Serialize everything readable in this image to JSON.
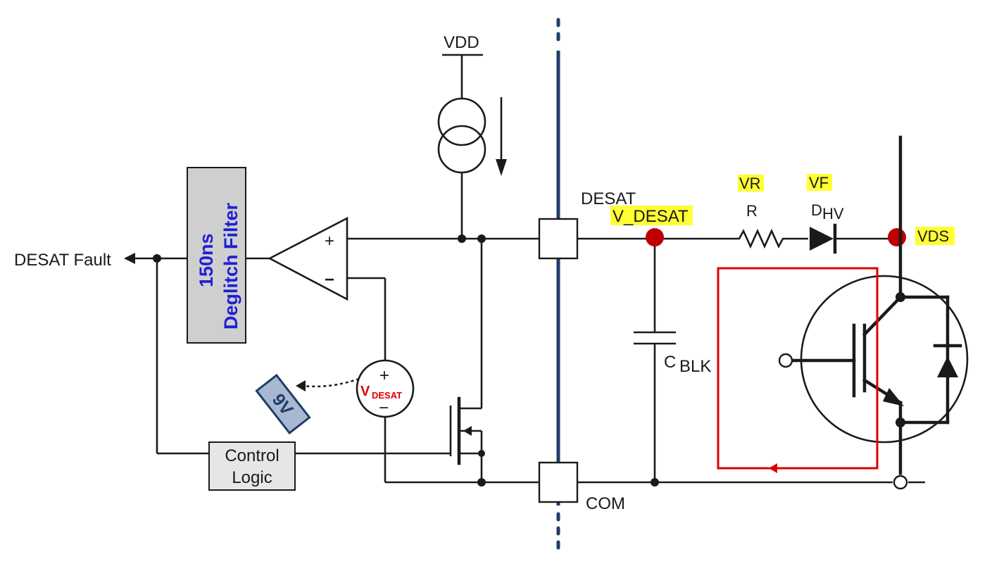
{
  "labels": {
    "vdd": "VDD",
    "desat_pin": "DESAT",
    "com_pin": "COM",
    "v_desat_node": "V_DESAT",
    "vr": "VR",
    "vf": "VF",
    "vds": "VDS",
    "resistor": "R",
    "diode_main": "D",
    "diode_sub": "HV",
    "cap_main": "C",
    "cap_sub": "BLK",
    "desat_fault": "DESAT Fault",
    "filter_line1": "150ns",
    "filter_line2": "Deglitch Filter",
    "control_line1": "Control",
    "control_line2": "Logic",
    "vsrc_main": "V",
    "vsrc_sub": "DESAT",
    "ref_voltage": "9V",
    "plus": "+",
    "minus": "−"
  },
  "colors": {
    "highlight": "#ffff33",
    "node_red": "#c00000",
    "filter_text": "#1f1fd6",
    "filter_fill": "#cfcfcf",
    "isolation_barrier": "#1f3d6b",
    "loop_box": "#e00000",
    "vsrc_label": "#e00000"
  }
}
